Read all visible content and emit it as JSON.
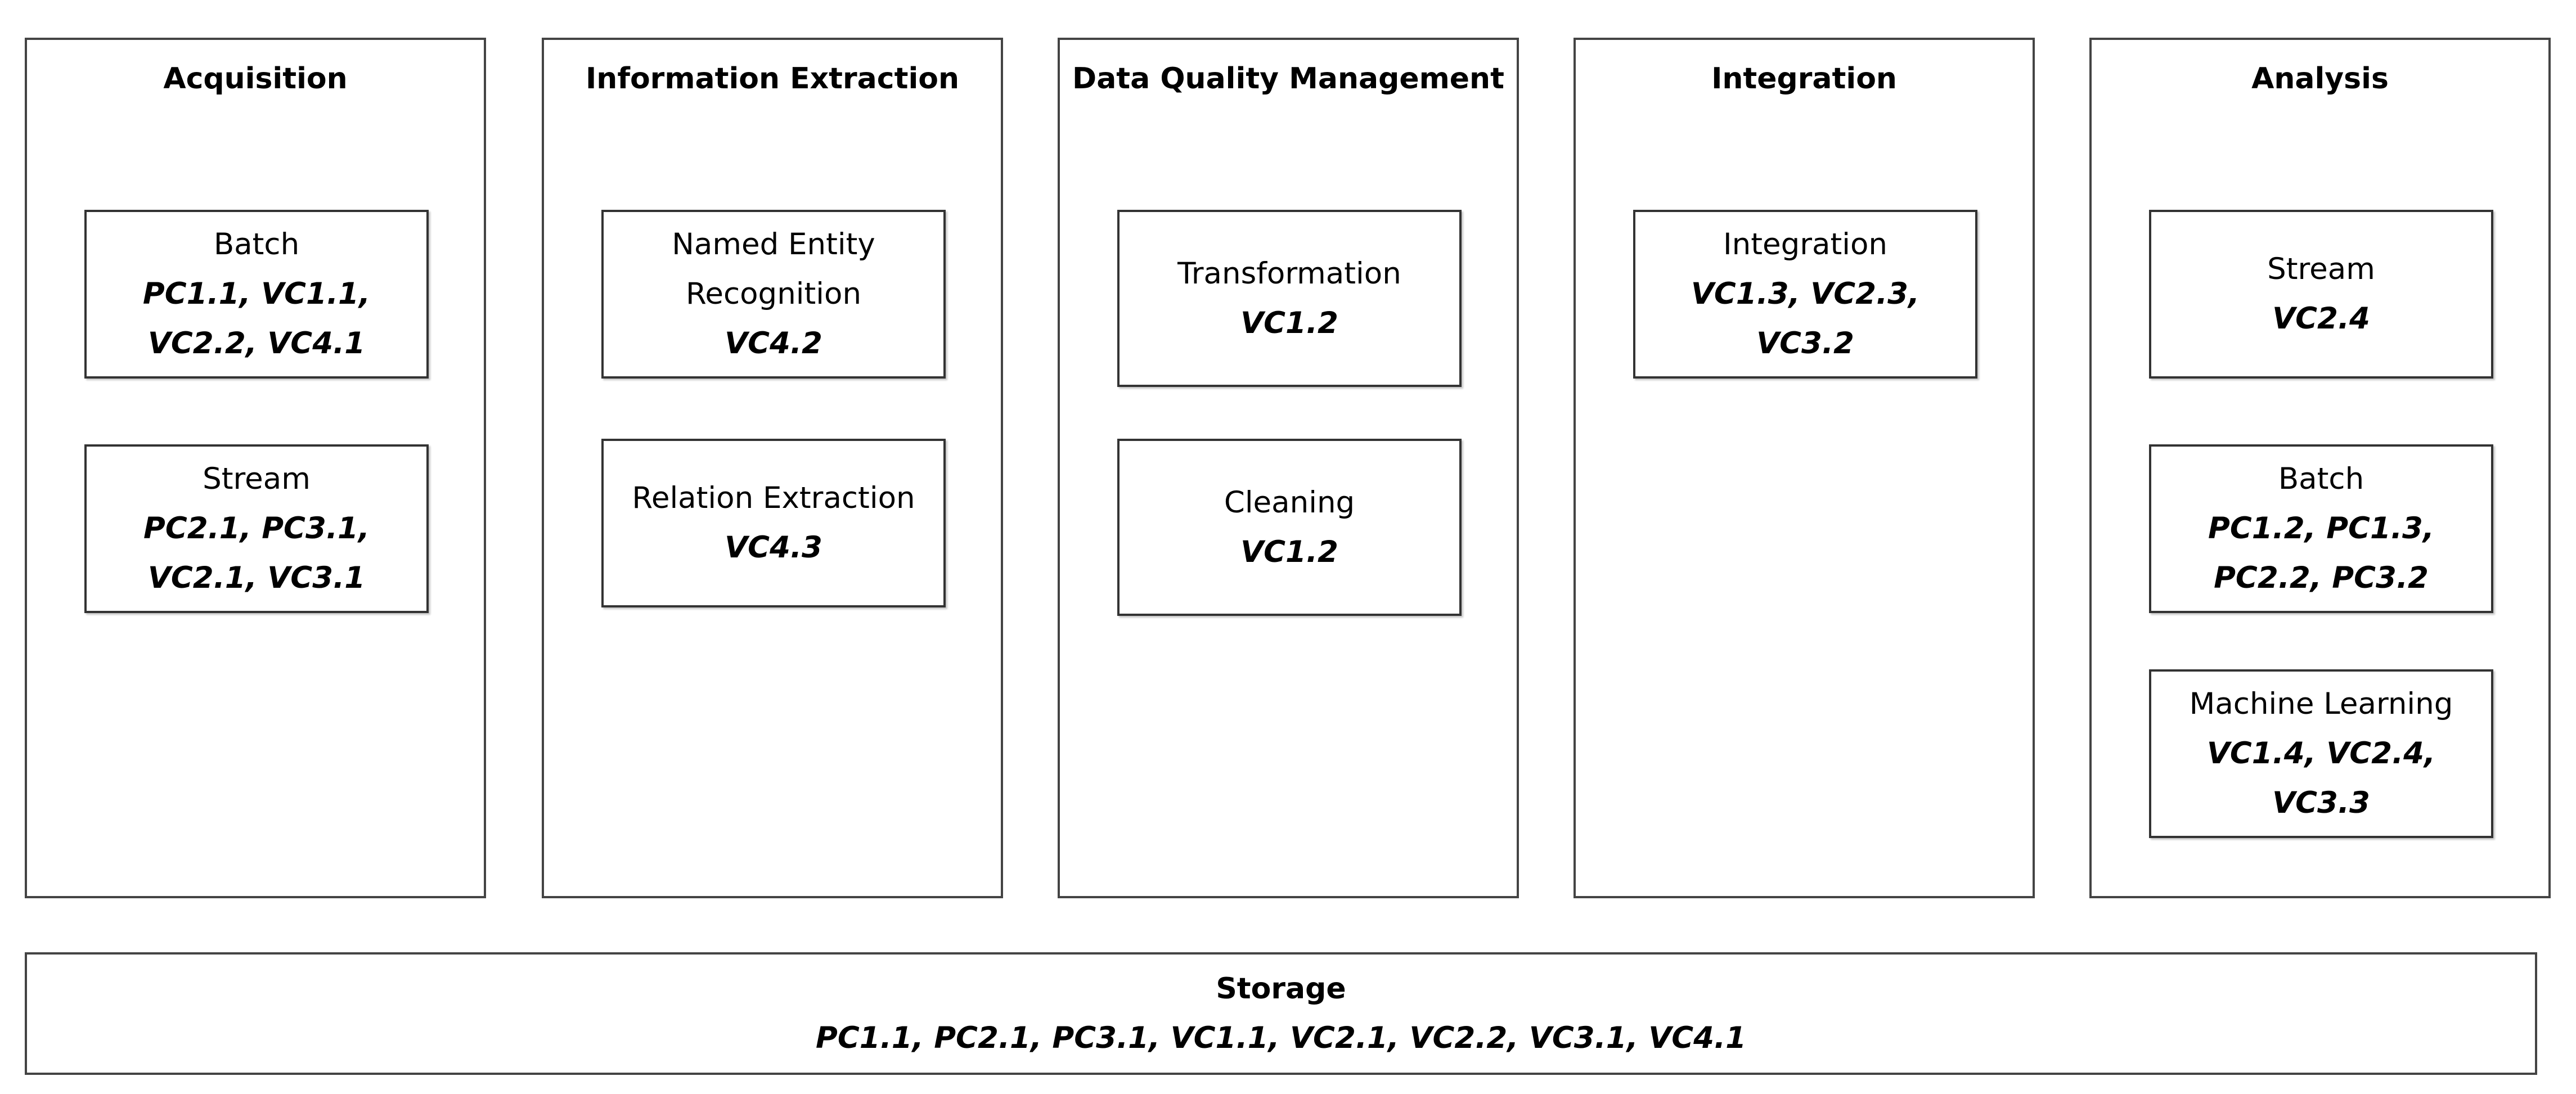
{
  "columns": [
    {
      "title": "Acquisition",
      "boxes": [
        {
          "label": "Batch",
          "refs": "PC1.1, VC1.1, VC2.2, VC4.1"
        },
        {
          "label": "Stream",
          "refs": "PC2.1, PC3.1, VC2.1, VC3.1"
        }
      ]
    },
    {
      "title": "Information Extraction",
      "boxes": [
        {
          "label": "Named Entity Recognition",
          "refs": "VC4.2"
        },
        {
          "label": "Relation Extraction",
          "refs": "VC4.3"
        }
      ]
    },
    {
      "title": "Data Quality Management",
      "boxes": [
        {
          "label": "Transformation",
          "refs": "VC1.2"
        },
        {
          "label": "Cleaning",
          "refs": "VC1.2"
        }
      ]
    },
    {
      "title": "Integration",
      "boxes": [
        {
          "label": "Integration",
          "refs": "VC1.3, VC2.3, VC3.2"
        }
      ]
    },
    {
      "title": "Analysis",
      "boxes": [
        {
          "label": "Stream",
          "refs": "VC2.4"
        },
        {
          "label": "Batch",
          "refs": "PC1.2, PC1.3, PC2.2, PC3.2"
        },
        {
          "label": "Machine Learning",
          "refs": "VC1.4, VC2.4, VC3.3"
        }
      ]
    }
  ],
  "storage": {
    "title": "Storage",
    "refs": "PC1.1, PC2.1, PC3.1, VC1.1, VC2.1, VC2.2, VC3.1, VC4.1"
  }
}
